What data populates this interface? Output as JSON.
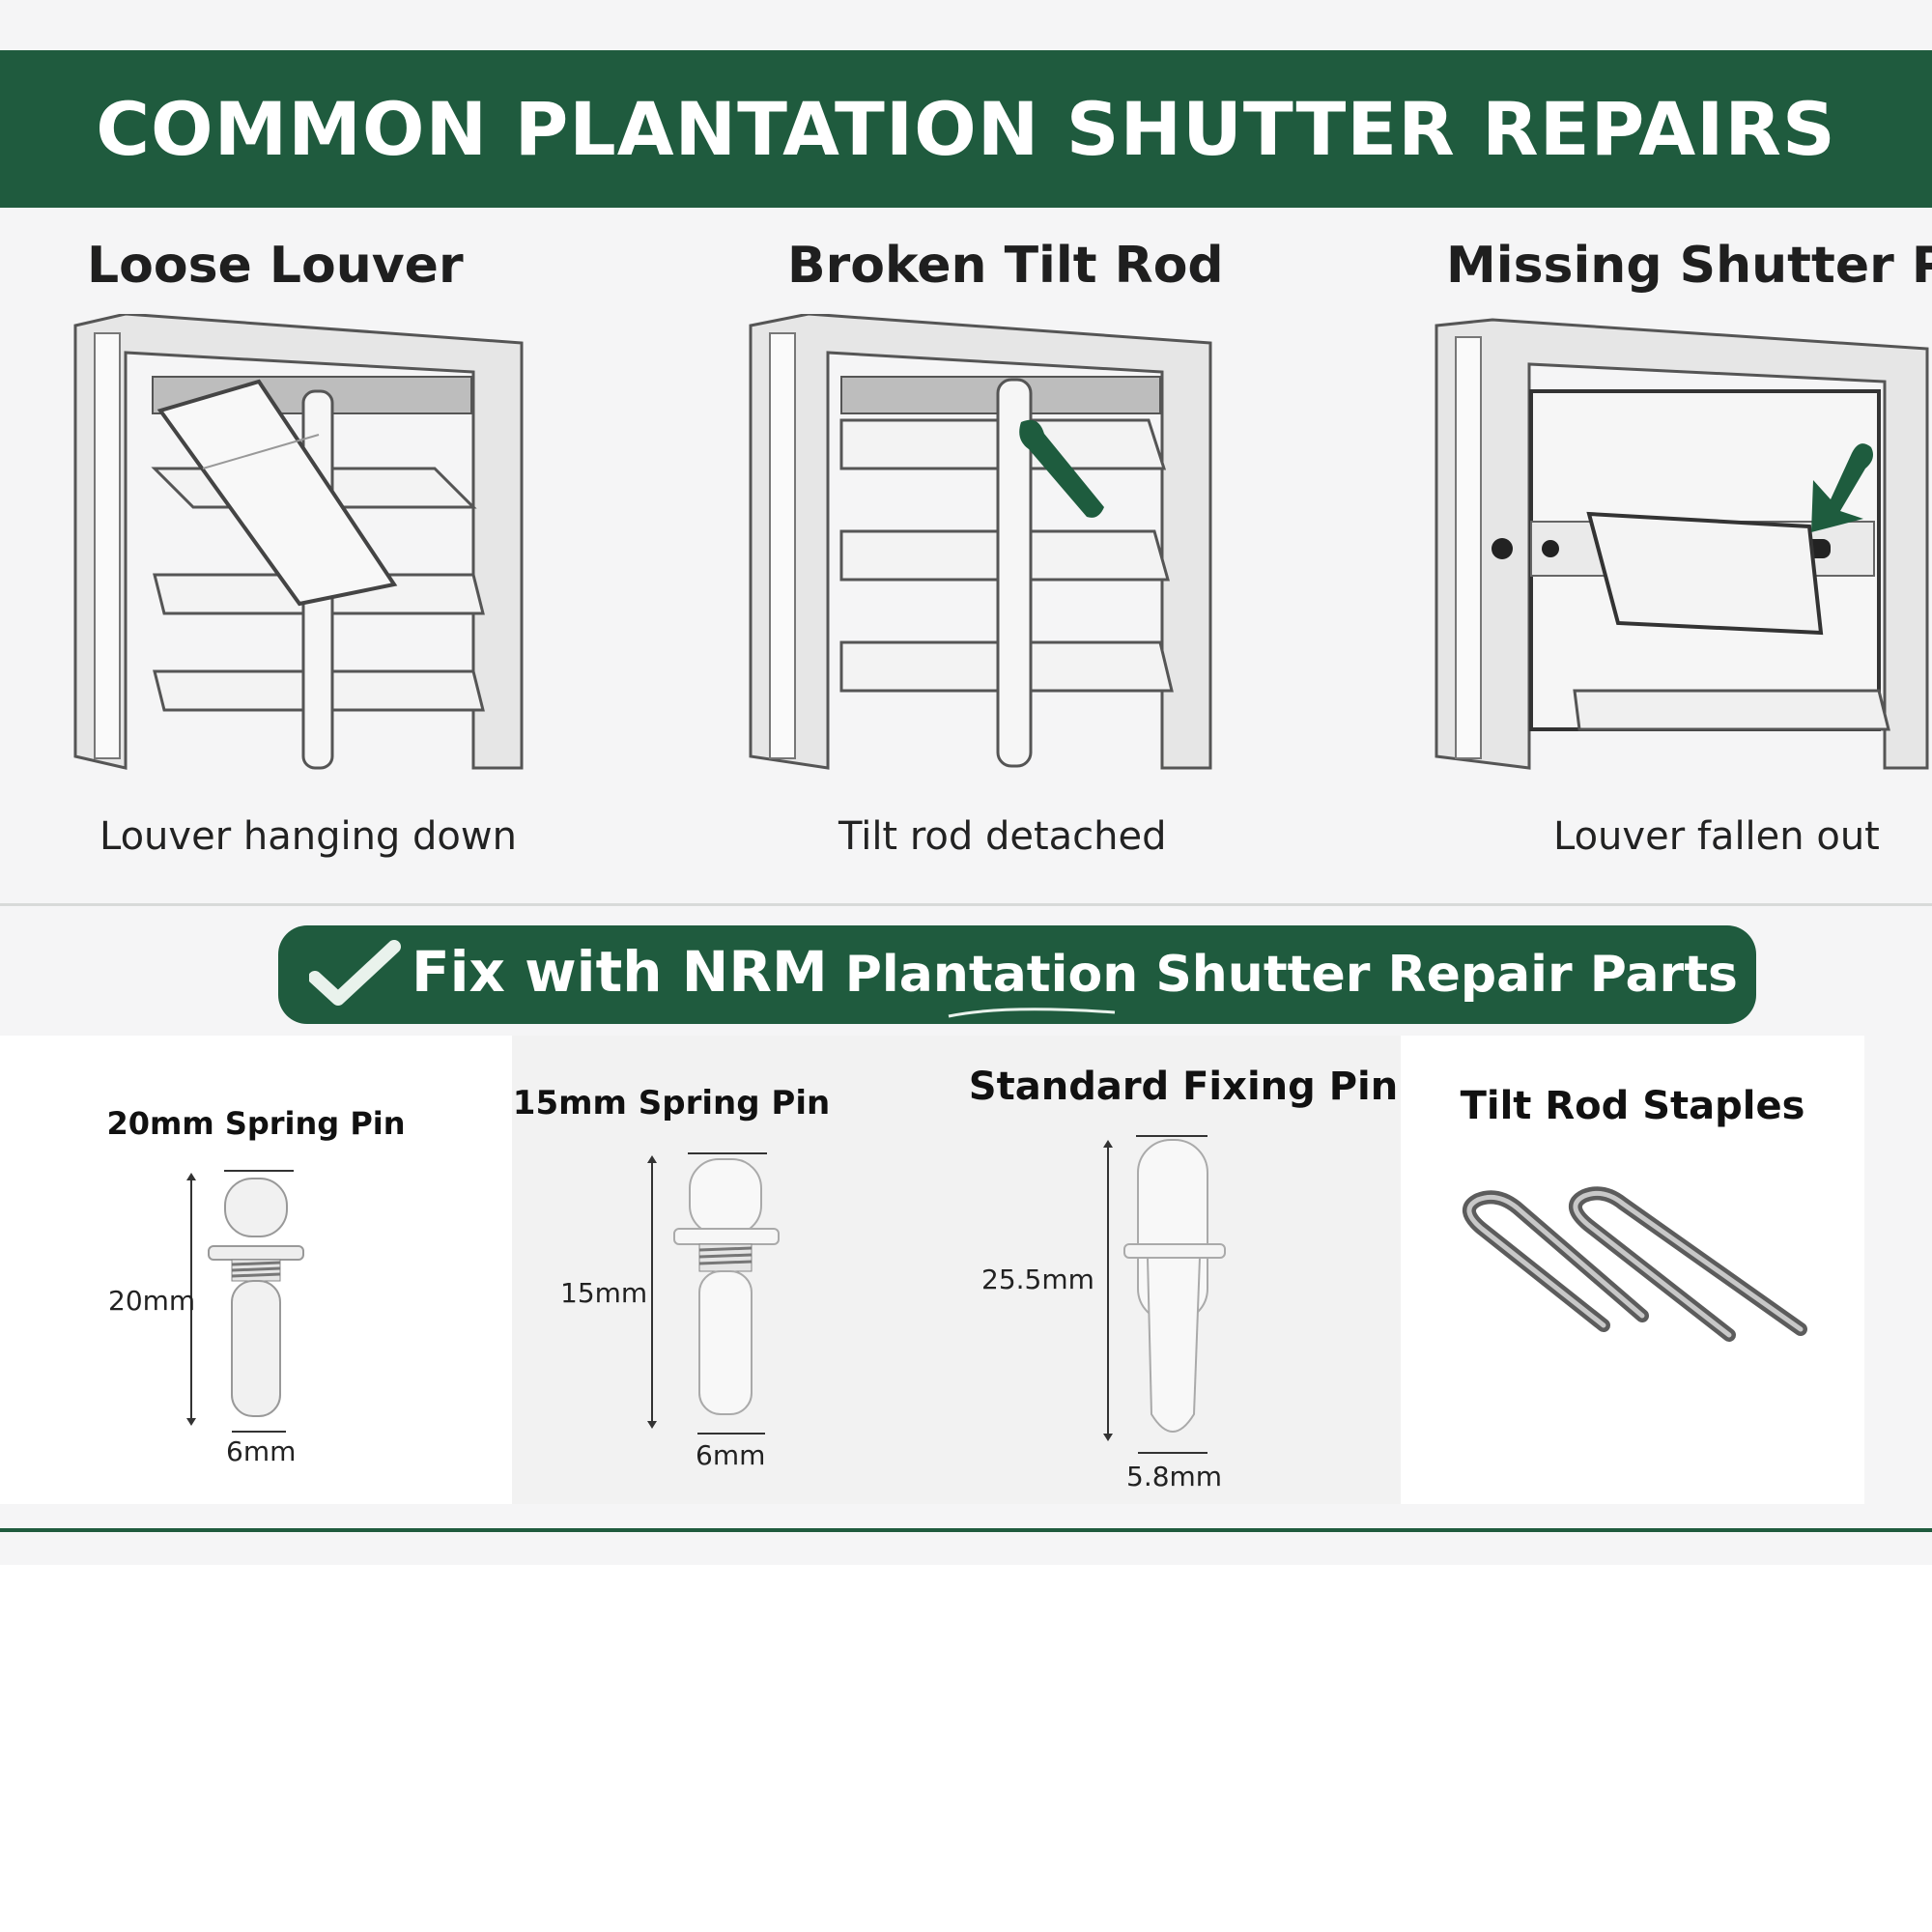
{
  "header": {
    "title": "COMMON PLANTATION SHUTTER REPAIRS"
  },
  "problems": [
    {
      "title": "Loose Louver",
      "caption": "Louver hanging down",
      "icon": "loose-louver-illustration"
    },
    {
      "title": "Broken Tilt Rod",
      "caption": "Tilt rod detached",
      "icon": "broken-tilt-rod-illustration"
    },
    {
      "title": "Missing Shutter Pin",
      "caption": "Louver fallen out",
      "icon": "missing-pin-illustration"
    }
  ],
  "fix": {
    "prefix": "Fix with ",
    "brand": "NRM",
    "rest": " Plantation Shutter Repair Parts",
    "icon": "check-icon"
  },
  "parts": [
    {
      "title": "20mm Spring Pin",
      "length": "20mm",
      "width": "6mm"
    },
    {
      "title": "15mm Spring Pin",
      "length": "15mm",
      "width": "6mm"
    },
    {
      "title": "Standard Fixing Pin",
      "length": "25.5mm",
      "width": "5.8mm"
    },
    {
      "title": "Tilt Rod Staples"
    }
  ],
  "colors": {
    "brand_green": "#1f5b3e",
    "background": "#f5f5f6",
    "accent_green": "#1e5c3e"
  }
}
